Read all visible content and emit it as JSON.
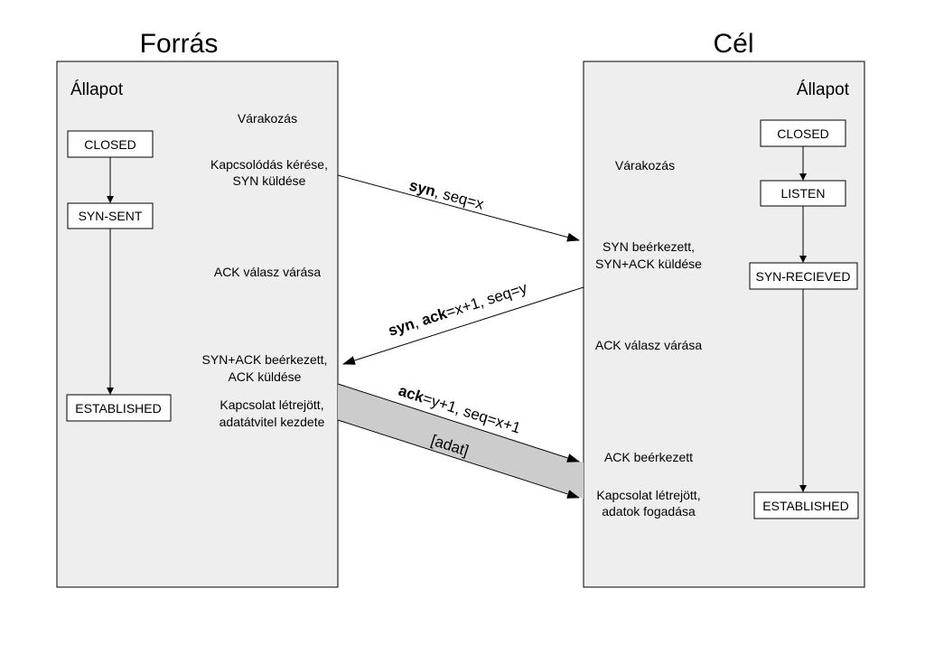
{
  "source": {
    "title": "Forrás",
    "state_heading": "Állapot",
    "states": [
      "CLOSED",
      "SYN-SENT",
      "ESTABLISHED"
    ],
    "notes": {
      "waiting": "Várakozás",
      "request_line1": "Kapcsolódás kérése,",
      "request_line2": "SYN küldése",
      "ack_wait": "ACK válasz várása",
      "synack_line1": "SYN+ACK beérkezett,",
      "synack_line2": "ACK küldése",
      "est_line1": "Kapcsolat létrejött,",
      "est_line2": "adatátvitel kezdete"
    }
  },
  "target": {
    "title": "Cél",
    "state_heading": "Állapot",
    "states": [
      "CLOSED",
      "LISTEN",
      "SYN-RECIEVED",
      "ESTABLISHED"
    ],
    "notes": {
      "waiting": "Várakozás",
      "syn_line1": "SYN beérkezett,",
      "syn_line2": "SYN+ACK küldése",
      "ack_wait": "ACK válasz várása",
      "ack_recv": "ACK beérkezett",
      "est_line1": "Kapcsolat létrejött,",
      "est_line2": "adatok fogadása"
    }
  },
  "messages": {
    "m1_bold": "syn",
    "m1_rest": ", seq=x",
    "m2_bold1": "syn",
    "m2_mid": ", ",
    "m2_bold2": "ack",
    "m2_rest": "=x+1, seq=y",
    "m3_bold": "ack",
    "m3_rest": "=y+1, seq=x+1",
    "data": "[adat]"
  },
  "colors": {
    "panel": "#eeeeee",
    "data_band": "#cccccc"
  }
}
